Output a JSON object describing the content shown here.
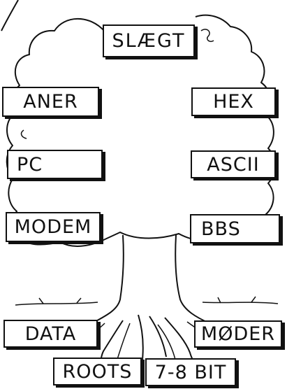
{
  "labels": {
    "top": "SLÆGT",
    "left": [
      "ANER",
      "PC",
      "MODEM",
      "DATA"
    ],
    "right": [
      "HEX",
      "ASCII",
      "BBS",
      "MØDER"
    ],
    "bottom": [
      "ROOTS",
      "7-8 BIT"
    ]
  }
}
